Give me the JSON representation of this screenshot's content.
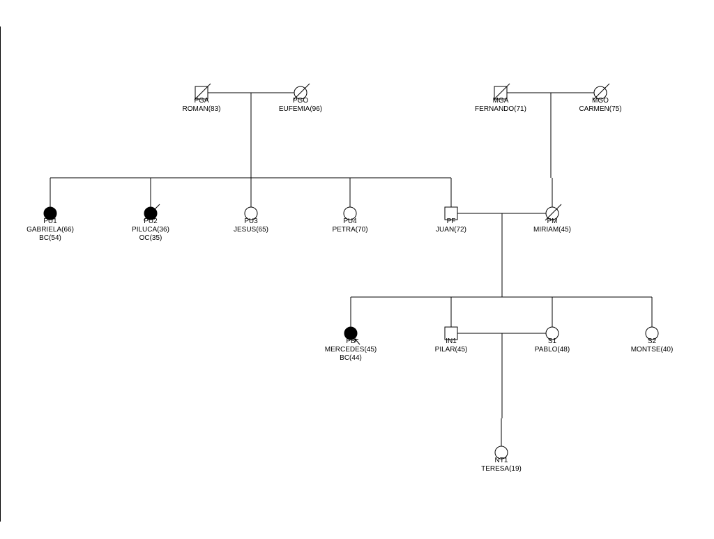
{
  "pedigree": {
    "colors": {
      "line": "#000000",
      "affected": "#000000",
      "unaffected": "#ffffff"
    },
    "individuals": [
      {
        "id": "pga",
        "code": "PGA",
        "name": "ROMAN(83)",
        "extra": "",
        "sex": "male",
        "deceased": true,
        "affected": false,
        "proband": false
      },
      {
        "id": "pgo",
        "code": "PGO",
        "name": "EUFEMIA(96)",
        "extra": "",
        "sex": "female",
        "deceased": true,
        "affected": false,
        "proband": false
      },
      {
        "id": "mga",
        "code": "MGA",
        "name": "FERNANDO(71)",
        "extra": "",
        "sex": "male",
        "deceased": true,
        "affected": false,
        "proband": false
      },
      {
        "id": "mgo",
        "code": "MGO",
        "name": "CARMEN(75)",
        "extra": "",
        "sex": "female",
        "deceased": true,
        "affected": false,
        "proband": false
      },
      {
        "id": "pu1",
        "code": "PU1",
        "name": "GABRIELA(66)",
        "extra": "BC(54)",
        "sex": "female",
        "deceased": false,
        "affected": true,
        "proband": false
      },
      {
        "id": "pu2",
        "code": "PU2",
        "name": "PILUCA(36)",
        "extra": "OC(35)",
        "sex": "female",
        "deceased": true,
        "affected": true,
        "proband": false
      },
      {
        "id": "pu3",
        "code": "PU3",
        "name": "JESUS(65)",
        "extra": "",
        "sex": "female",
        "deceased": false,
        "affected": false,
        "proband": false
      },
      {
        "id": "pu4",
        "code": "PU4",
        "name": "PETRA(70)",
        "extra": "",
        "sex": "female",
        "deceased": false,
        "affected": false,
        "proband": false
      },
      {
        "id": "pf",
        "code": "PF",
        "name": "JUAN(72)",
        "extra": "",
        "sex": "male",
        "deceased": false,
        "affected": false,
        "proband": false
      },
      {
        "id": "pm",
        "code": "PM",
        "name": "MIRIAM(45)",
        "extra": "",
        "sex": "female",
        "deceased": true,
        "affected": false,
        "proband": false
      },
      {
        "id": "pb",
        "code": "PB",
        "name": "MERCEDES(45)",
        "extra": "BC(44)",
        "sex": "female",
        "deceased": false,
        "affected": true,
        "proband": true
      },
      {
        "id": "in1",
        "code": "IN1",
        "name": "PILAR(45)",
        "extra": "",
        "sex": "male",
        "deceased": false,
        "affected": false,
        "proband": false
      },
      {
        "id": "s1",
        "code": "S1",
        "name": "PABLO(48)",
        "extra": "",
        "sex": "female",
        "deceased": false,
        "affected": false,
        "proband": false
      },
      {
        "id": "s2",
        "code": "S2",
        "name": "MONTSE(40)",
        "extra": "",
        "sex": "female",
        "deceased": false,
        "affected": false,
        "proband": false
      },
      {
        "id": "nt1",
        "code": "NT1",
        "name": "TERESA(19)",
        "extra": "",
        "sex": "female",
        "deceased": false,
        "affected": false,
        "proband": false
      }
    ],
    "couples": [
      {
        "a": "pga",
        "b": "pgo",
        "children": [
          "pu1",
          "pu2",
          "pu3",
          "pu4",
          "pf"
        ]
      },
      {
        "a": "mga",
        "b": "mgo",
        "children": [
          "pm"
        ]
      },
      {
        "a": "pf",
        "b": "pm",
        "children": [
          "pb",
          "in1",
          "s1",
          "s2"
        ]
      },
      {
        "a": "in1",
        "b": "s1",
        "children": [
          "nt1"
        ]
      }
    ]
  }
}
